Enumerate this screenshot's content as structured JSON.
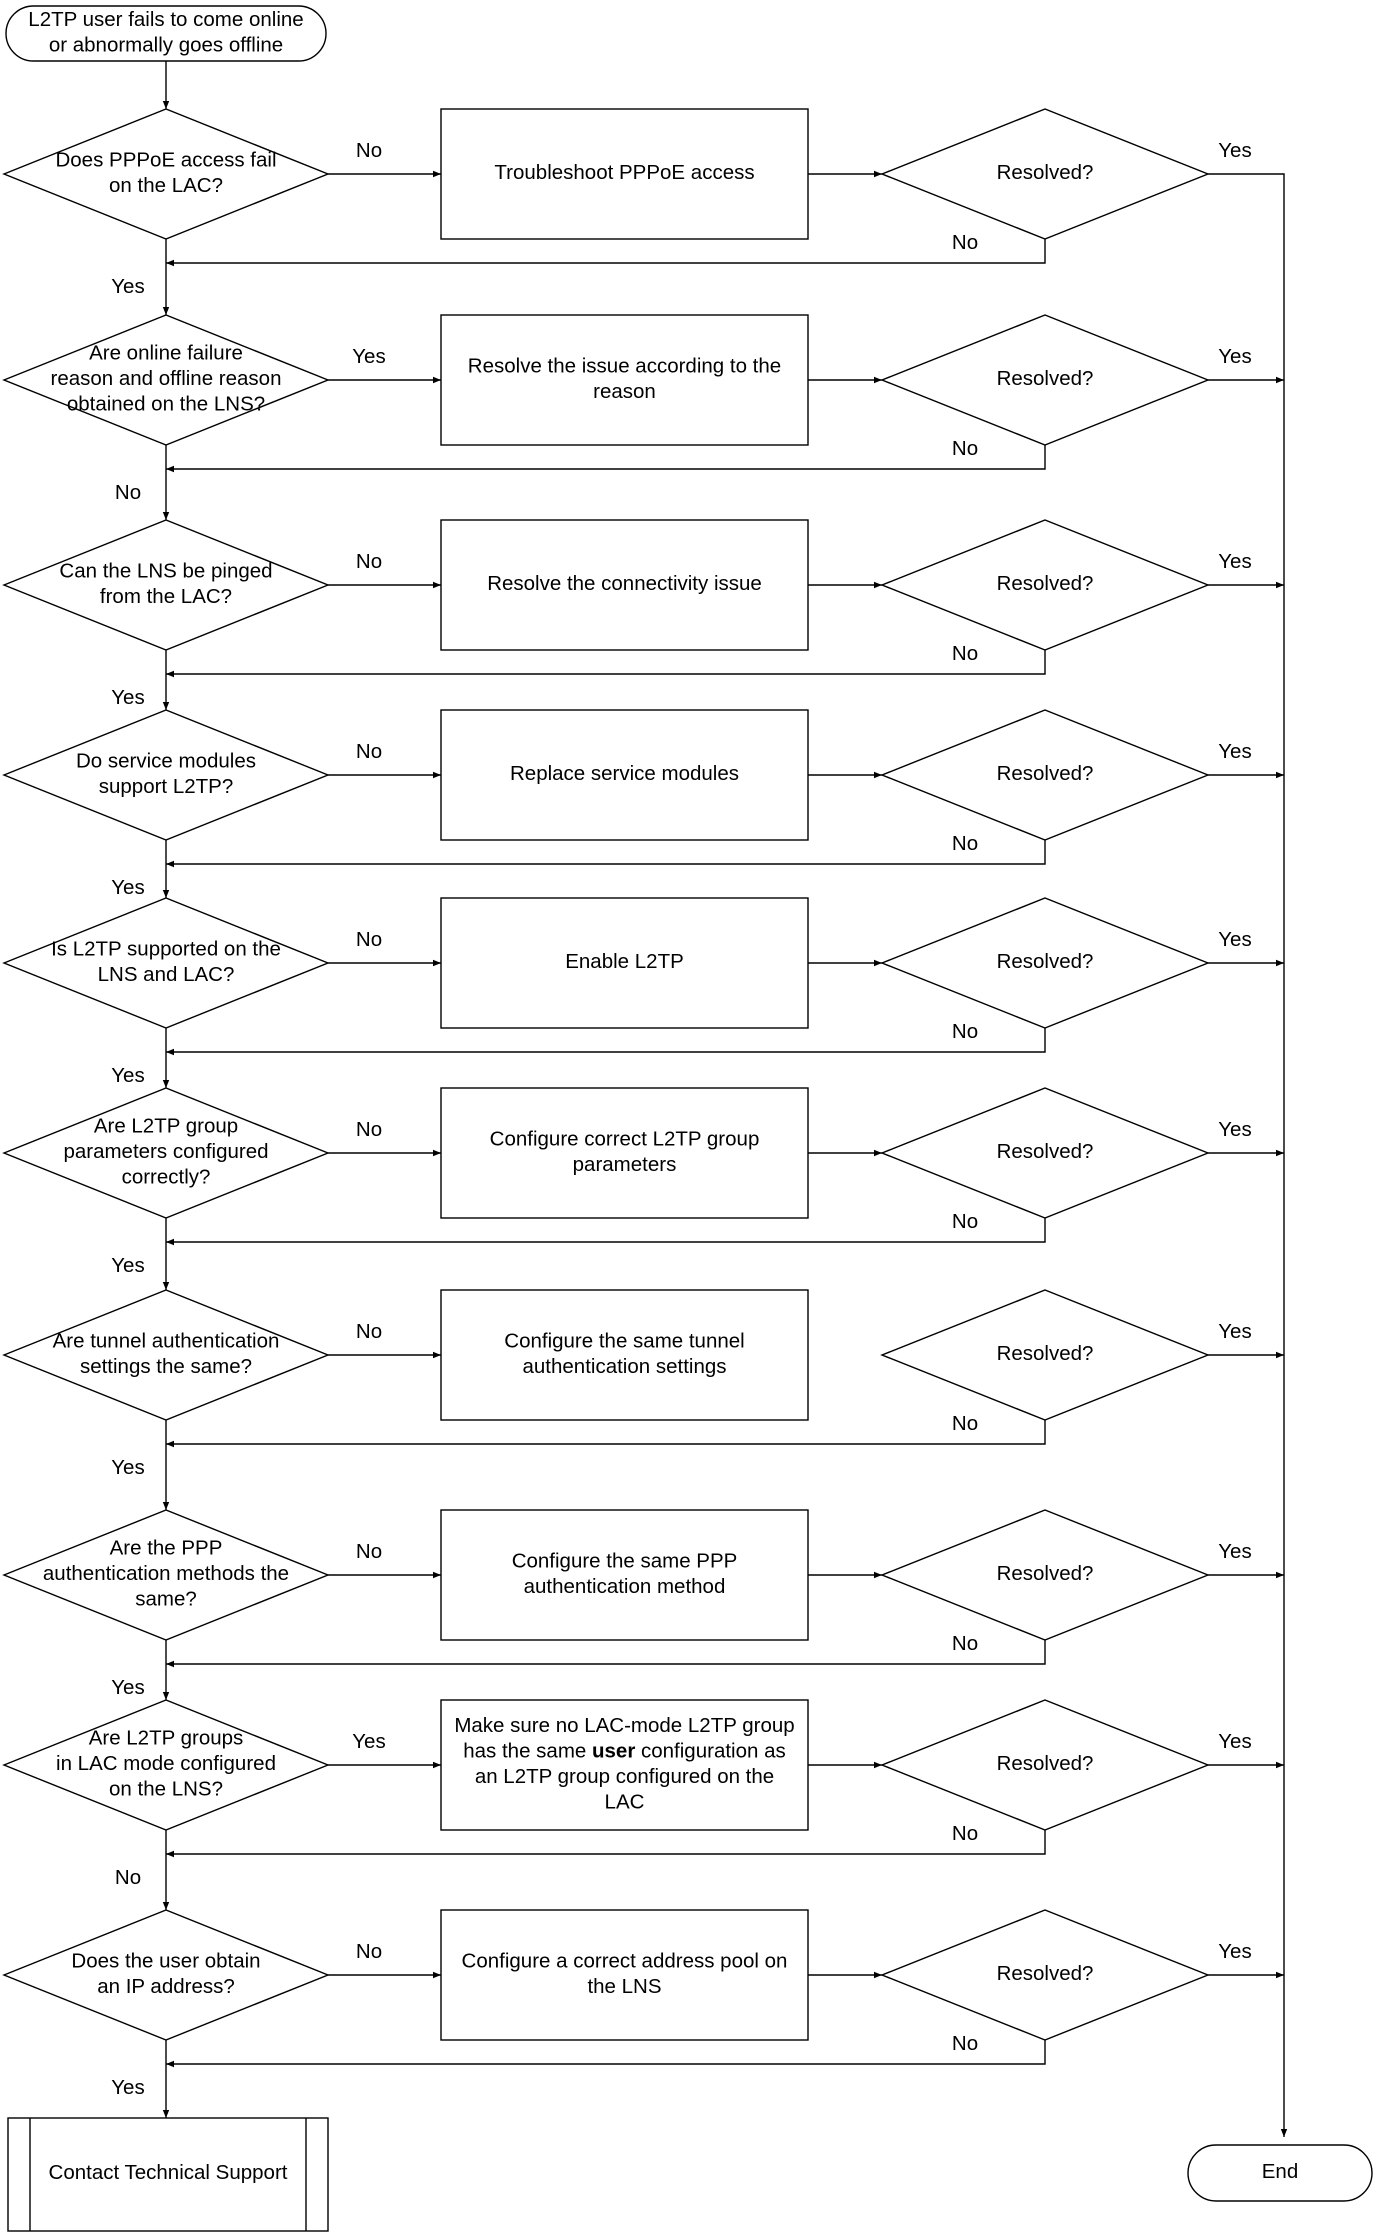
{
  "start": [
    "L2TP user fails to come online",
    "or abnormally goes offline"
  ],
  "end": "End",
  "contact": "Contact Technical Support",
  "steps": [
    {
      "question": [
        "Does PPPoE access fail",
        "on the LAC?"
      ],
      "branch_label": "No",
      "down_label": "Yes",
      "action": [
        "Troubleshoot PPPoE access"
      ],
      "check": "Resolved?",
      "check_yes": "Yes",
      "check_no": "No"
    },
    {
      "question": [
        "Are online failure",
        "reason and offline reason",
        "obtained on the LNS?"
      ],
      "branch_label": "Yes",
      "down_label": "No",
      "action": [
        "Resolve the issue according to the",
        "reason"
      ],
      "check": "Resolved?",
      "check_yes": "Yes",
      "check_no": "No"
    },
    {
      "question": [
        "Can the LNS be pinged",
        "from the LAC?"
      ],
      "branch_label": "No",
      "down_label": "Yes",
      "action": [
        "Resolve the connectivity issue"
      ],
      "check": "Resolved?",
      "check_yes": "Yes",
      "check_no": "No"
    },
    {
      "question": [
        "Do service modules",
        "support L2TP?"
      ],
      "branch_label": "No",
      "down_label": "Yes",
      "action": [
        "Replace service modules"
      ],
      "check": "Resolved?",
      "check_yes": "Yes",
      "check_no": "No"
    },
    {
      "question": [
        "Is L2TP supported on the",
        "LNS and LAC?"
      ],
      "branch_label": "No",
      "down_label": "Yes",
      "action": [
        "Enable L2TP"
      ],
      "check": "Resolved?",
      "check_yes": "Yes",
      "check_no": "No"
    },
    {
      "question": [
        "Are L2TP group",
        "parameters configured",
        "correctly?"
      ],
      "branch_label": "No",
      "down_label": "Yes",
      "action": [
        "Configure correct L2TP group",
        "parameters"
      ],
      "check": "Resolved?",
      "check_yes": "Yes",
      "check_no": "No"
    },
    {
      "question": [
        "Are tunnel authentication",
        "settings the same?"
      ],
      "branch_label": "No",
      "down_label": "Yes",
      "action": [
        "Configure the same tunnel",
        "authentication settings"
      ],
      "check": "Resolved?",
      "check_yes": "Yes",
      "check_no": "No"
    },
    {
      "question": [
        "Are the PPP",
        "authentication methods the",
        "same?"
      ],
      "branch_label": "No",
      "down_label": "Yes",
      "action": [
        "Configure the same PPP",
        "authentication method"
      ],
      "check": "Resolved?",
      "check_yes": "Yes",
      "check_no": "No"
    },
    {
      "question": [
        "Are L2TP groups",
        "in LAC mode configured",
        "on the LNS?"
      ],
      "branch_label": "Yes",
      "down_label": "No",
      "action": [
        "Make sure no LAC-mode L2TP group",
        "has the same {b}user{/b} configuration as",
        "an L2TP group configured on the",
        "LAC"
      ],
      "check": "Resolved?",
      "check_yes": "Yes",
      "check_no": "No"
    },
    {
      "question": [
        "Does the user obtain",
        "an IP address?"
      ],
      "branch_label": "No",
      "down_label": "Yes",
      "action": [
        "Configure a correct address pool on",
        "the LNS"
      ],
      "check": "Resolved?",
      "check_yes": "Yes",
      "check_no": "No"
    }
  ]
}
